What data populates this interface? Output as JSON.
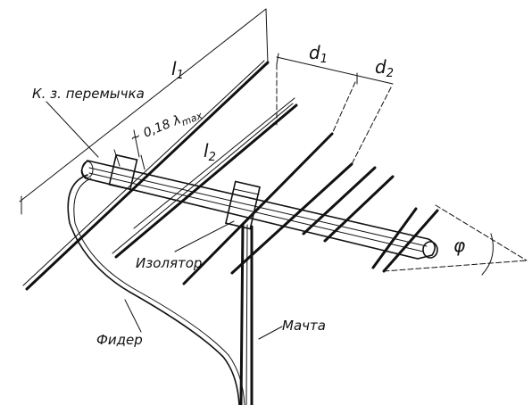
{
  "labels": {
    "dim_l1_main": "l",
    "dim_l1_sub": "1",
    "dim_d1_main": "d",
    "dim_d1_sub": "1",
    "dim_d2_main": "d",
    "dim_d2_sub": "2",
    "dim_l2_main": "l",
    "dim_l2_sub": "2",
    "short_jumper": "К. з. перемычка",
    "jumper_offset_prefix": "~ 0,18 λ",
    "jumper_offset_sub": "max",
    "insulator": "Изолятор",
    "feeder": "Фидер",
    "mast": "Мачта",
    "angle": "φ"
  }
}
